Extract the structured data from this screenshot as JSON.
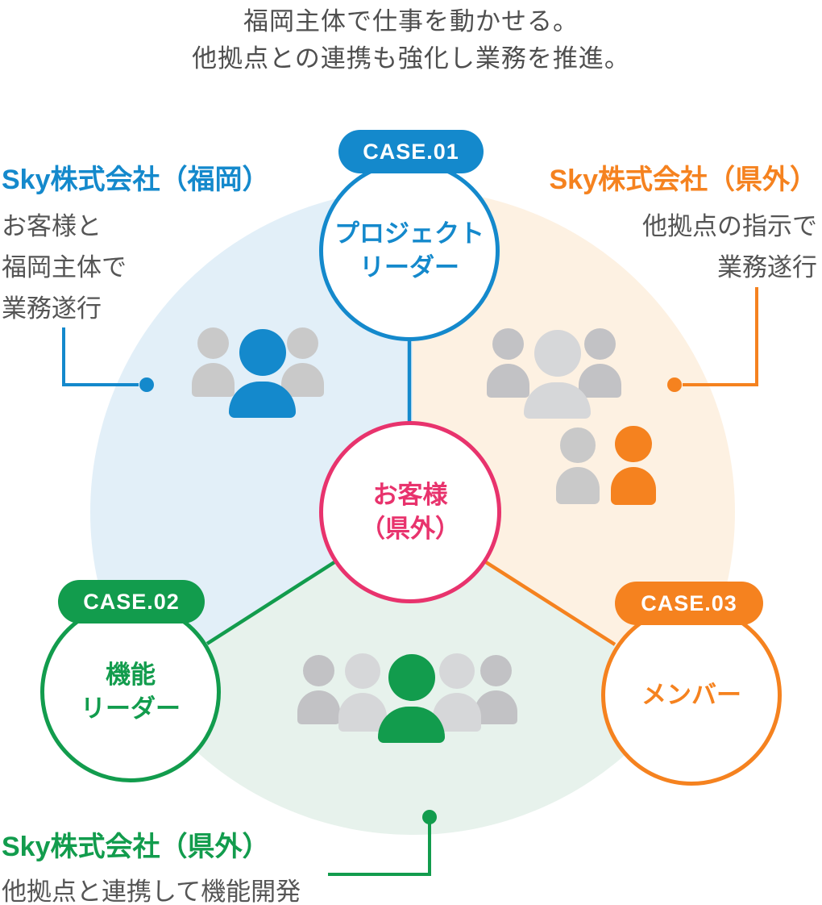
{
  "heading": {
    "line1": "福岡主体で仕事を動かせる。",
    "line2": "他拠点との連携も強化し業務を推進。"
  },
  "center_node": {
    "line1": "お客様",
    "line2": "（県外）"
  },
  "cases": {
    "case01": {
      "badge": "CASE.01",
      "line1": "プロジェクト",
      "line2": "リーダー"
    },
    "case02": {
      "badge": "CASE.02",
      "line1": "機能",
      "line2": "リーダー"
    },
    "case03": {
      "badge": "CASE.03",
      "label": "メンバー"
    }
  },
  "annotations": {
    "fukuoka": {
      "title": "Sky株式会社（福岡）",
      "lines": [
        "お客様と",
        "福岡主体で",
        "業務遂行"
      ]
    },
    "kengai_right": {
      "title": "Sky株式会社（県外）",
      "lines": [
        "他拠点の指示で",
        "業務遂行"
      ]
    },
    "kengai_bottom": {
      "title": "Sky株式会社（県外）",
      "lines": [
        "他拠点と連携して機能開発"
      ]
    }
  },
  "colors": {
    "blue": "#1489cc",
    "green": "#129c4d",
    "orange": "#f5821f",
    "pink": "#e8336d",
    "pastel_blue": "#e2eff8",
    "pastel_green": "#e7f2ec",
    "pastel_peach": "#fdf1e2",
    "text_gray": "#555555"
  }
}
